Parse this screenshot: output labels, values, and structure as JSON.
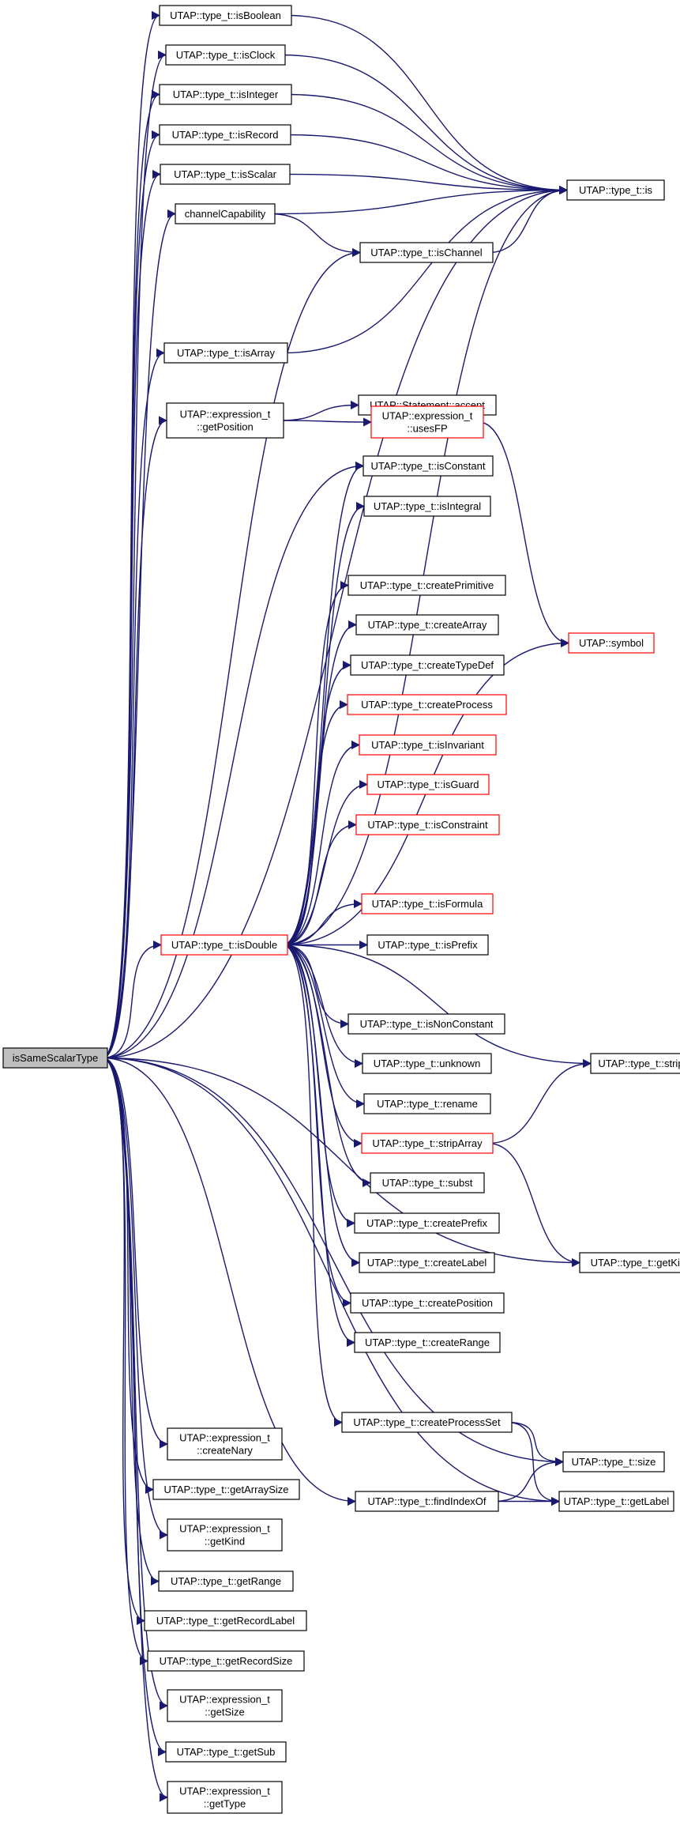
{
  "colors": {
    "edge": "#191970",
    "node_border_normal": "#000000",
    "node_border_truncated": "#ff0000",
    "root_fill": "#bfbfbf",
    "node_fill": "#ffffff"
  },
  "nodes": [
    {
      "id": "isSameScalarType",
      "lines": [
        "isSameScalarType"
      ],
      "style": "root"
    },
    {
      "id": "isBoolean",
      "lines": [
        "UTAP::type_t::isBoolean"
      ],
      "style": "normal"
    },
    {
      "id": "isClock",
      "lines": [
        "UTAP::type_t::isClock"
      ],
      "style": "normal"
    },
    {
      "id": "isInteger",
      "lines": [
        "UTAP::type_t::isInteger"
      ],
      "style": "normal"
    },
    {
      "id": "isRecord",
      "lines": [
        "UTAP::type_t::isRecord"
      ],
      "style": "normal"
    },
    {
      "id": "isScalar",
      "lines": [
        "UTAP::type_t::isScalar"
      ],
      "style": "normal"
    },
    {
      "id": "channelCapability",
      "lines": [
        "channelCapability"
      ],
      "style": "normal"
    },
    {
      "id": "is",
      "lines": [
        "UTAP::type_t::is"
      ],
      "style": "normal"
    },
    {
      "id": "isChannel",
      "lines": [
        "UTAP::type_t::isChannel"
      ],
      "style": "normal"
    },
    {
      "id": "isArray",
      "lines": [
        "UTAP::type_t::isArray"
      ],
      "style": "normal"
    },
    {
      "id": "accept",
      "lines": [
        "UTAP::Statement::accept"
      ],
      "style": "normal"
    },
    {
      "id": "getPosition",
      "lines": [
        "UTAP::expression_t",
        "::getPosition"
      ],
      "style": "normal"
    },
    {
      "id": "usesFP",
      "lines": [
        "UTAP::expression_t",
        "::usesFP"
      ],
      "style": "truncated"
    },
    {
      "id": "isConstant",
      "lines": [
        "UTAP::type_t::isConstant"
      ],
      "style": "normal"
    },
    {
      "id": "isIntegral",
      "lines": [
        "UTAP::type_t::isIntegral"
      ],
      "style": "normal"
    },
    {
      "id": "createPrimitive",
      "lines": [
        "UTAP::type_t::createPrimitive"
      ],
      "style": "normal"
    },
    {
      "id": "createArray",
      "lines": [
        "UTAP::type_t::createArray"
      ],
      "style": "normal"
    },
    {
      "id": "createTypeDef",
      "lines": [
        "UTAP::type_t::createTypeDef"
      ],
      "style": "normal"
    },
    {
      "id": "symbol",
      "lines": [
        "UTAP::symbol"
      ],
      "style": "truncated"
    },
    {
      "id": "createProcess",
      "lines": [
        "UTAP::type_t::createProcess"
      ],
      "style": "truncated"
    },
    {
      "id": "isInvariant",
      "lines": [
        "UTAP::type_t::isInvariant"
      ],
      "style": "truncated"
    },
    {
      "id": "isGuard",
      "lines": [
        "UTAP::type_t::isGuard"
      ],
      "style": "truncated"
    },
    {
      "id": "isConstraint",
      "lines": [
        "UTAP::type_t::isConstraint"
      ],
      "style": "truncated"
    },
    {
      "id": "isFormula",
      "lines": [
        "UTAP::type_t::isFormula"
      ],
      "style": "truncated"
    },
    {
      "id": "isDouble",
      "lines": [
        "UTAP::type_t::isDouble"
      ],
      "style": "truncated"
    },
    {
      "id": "isPrefix",
      "lines": [
        "UTAP::type_t::isPrefix"
      ],
      "style": "normal"
    },
    {
      "id": "isNonConstant",
      "lines": [
        "UTAP::type_t::isNonConstant"
      ],
      "style": "normal"
    },
    {
      "id": "unknown",
      "lines": [
        "UTAP::type_t::unknown"
      ],
      "style": "normal"
    },
    {
      "id": "strip",
      "lines": [
        "UTAP::type_t::strip"
      ],
      "style": "normal"
    },
    {
      "id": "rename",
      "lines": [
        "UTAP::type_t::rename"
      ],
      "style": "normal"
    },
    {
      "id": "stripArray",
      "lines": [
        "UTAP::type_t::stripArray"
      ],
      "style": "truncated"
    },
    {
      "id": "subst",
      "lines": [
        "UTAP::type_t::subst"
      ],
      "style": "normal"
    },
    {
      "id": "createPrefix",
      "lines": [
        "UTAP::type_t::createPrefix"
      ],
      "style": "normal"
    },
    {
      "id": "createLabel",
      "lines": [
        "UTAP::type_t::createLabel"
      ],
      "style": "normal"
    },
    {
      "id": "getKind",
      "lines": [
        "UTAP::type_t::getKind"
      ],
      "style": "normal"
    },
    {
      "id": "createPosition",
      "lines": [
        "UTAP::type_t::createPosition"
      ],
      "style": "normal"
    },
    {
      "id": "createRange",
      "lines": [
        "UTAP::type_t::createRange"
      ],
      "style": "normal"
    },
    {
      "id": "createProcessSet",
      "lines": [
        "UTAP::type_t::createProcessSet"
      ],
      "style": "normal"
    },
    {
      "id": "size",
      "lines": [
        "UTAP::type_t::size"
      ],
      "style": "normal"
    },
    {
      "id": "findIndexOf",
      "lines": [
        "UTAP::type_t::findIndexOf"
      ],
      "style": "normal"
    },
    {
      "id": "getLabel",
      "lines": [
        "UTAP::type_t::getLabel"
      ],
      "style": "normal"
    },
    {
      "id": "exprCreateNary",
      "lines": [
        "UTAP::expression_t",
        "::createNary"
      ],
      "style": "normal"
    },
    {
      "id": "getArraySize",
      "lines": [
        "UTAP::type_t::getArraySize"
      ],
      "style": "normal"
    },
    {
      "id": "exprGetKind",
      "lines": [
        "UTAP::expression_t",
        "::getKind"
      ],
      "style": "normal"
    },
    {
      "id": "getRange",
      "lines": [
        "UTAP::type_t::getRange"
      ],
      "style": "normal"
    },
    {
      "id": "getRecordLabel",
      "lines": [
        "UTAP::type_t::getRecordLabel"
      ],
      "style": "normal"
    },
    {
      "id": "getRecordSize",
      "lines": [
        "UTAP::type_t::getRecordSize"
      ],
      "style": "normal"
    },
    {
      "id": "exprGetSize",
      "lines": [
        "UTAP::expression_t",
        "::getSize"
      ],
      "style": "normal"
    },
    {
      "id": "getSub",
      "lines": [
        "UTAP::type_t::getSub"
      ],
      "style": "normal"
    },
    {
      "id": "exprGetType",
      "lines": [
        "UTAP::expression_t",
        "::getType"
      ],
      "style": "normal"
    }
  ],
  "edges": [
    [
      "isSameScalarType",
      "isBoolean"
    ],
    [
      "isSameScalarType",
      "isClock"
    ],
    [
      "isSameScalarType",
      "isInteger"
    ],
    [
      "isSameScalarType",
      "isRecord"
    ],
    [
      "isSameScalarType",
      "isScalar"
    ],
    [
      "isSameScalarType",
      "channelCapability"
    ],
    [
      "isSameScalarType",
      "isChannel"
    ],
    [
      "isSameScalarType",
      "is"
    ],
    [
      "isSameScalarType",
      "isArray"
    ],
    [
      "isSameScalarType",
      "getPosition"
    ],
    [
      "isSameScalarType",
      "isConstant"
    ],
    [
      "isSameScalarType",
      "isDouble"
    ],
    [
      "isSameScalarType",
      "getKind"
    ],
    [
      "isSameScalarType",
      "size"
    ],
    [
      "isSameScalarType",
      "getLabel"
    ],
    [
      "isSameScalarType",
      "exprCreateNary"
    ],
    [
      "isSameScalarType",
      "getArraySize"
    ],
    [
      "isSameScalarType",
      "exprGetKind"
    ],
    [
      "isSameScalarType",
      "getRange"
    ],
    [
      "isSameScalarType",
      "getRecordLabel"
    ],
    [
      "isSameScalarType",
      "getRecordSize"
    ],
    [
      "isSameScalarType",
      "exprGetSize"
    ],
    [
      "isSameScalarType",
      "getSub"
    ],
    [
      "isSameScalarType",
      "exprGetType"
    ],
    [
      "isSameScalarType",
      "findIndexOf"
    ],
    [
      "isBoolean",
      "is"
    ],
    [
      "isClock",
      "is"
    ],
    [
      "isInteger",
      "is"
    ],
    [
      "isRecord",
      "is"
    ],
    [
      "isScalar",
      "is"
    ],
    [
      "channelCapability",
      "is"
    ],
    [
      "channelCapability",
      "isChannel"
    ],
    [
      "isChannel",
      "is"
    ],
    [
      "isArray",
      "is"
    ],
    [
      "getPosition",
      "accept"
    ],
    [
      "getPosition",
      "usesFP"
    ],
    [
      "usesFP",
      "symbol"
    ],
    [
      "isDouble",
      "isConstant"
    ],
    [
      "isDouble",
      "isIntegral"
    ],
    [
      "isDouble",
      "is"
    ],
    [
      "isDouble",
      "createPrimitive"
    ],
    [
      "isDouble",
      "createArray"
    ],
    [
      "isDouble",
      "createTypeDef"
    ],
    [
      "isDouble",
      "createProcess"
    ],
    [
      "isDouble",
      "isInvariant"
    ],
    [
      "isDouble",
      "isGuard"
    ],
    [
      "isDouble",
      "isConstraint"
    ],
    [
      "isDouble",
      "symbol"
    ],
    [
      "isDouble",
      "isFormula"
    ],
    [
      "isDouble",
      "isPrefix"
    ],
    [
      "isDouble",
      "isNonConstant"
    ],
    [
      "isDouble",
      "unknown"
    ],
    [
      "isDouble",
      "strip"
    ],
    [
      "isDouble",
      "rename"
    ],
    [
      "isDouble",
      "stripArray"
    ],
    [
      "isDouble",
      "subst"
    ],
    [
      "isDouble",
      "createPrefix"
    ],
    [
      "isDouble",
      "createLabel"
    ],
    [
      "isDouble",
      "createPosition"
    ],
    [
      "isDouble",
      "createRange"
    ],
    [
      "isDouble",
      "createProcessSet"
    ],
    [
      "stripArray",
      "strip"
    ],
    [
      "stripArray",
      "getKind"
    ],
    [
      "createProcessSet",
      "size"
    ],
    [
      "createProcessSet",
      "getLabel"
    ],
    [
      "findIndexOf",
      "size"
    ],
    [
      "findIndexOf",
      "getLabel"
    ]
  ]
}
